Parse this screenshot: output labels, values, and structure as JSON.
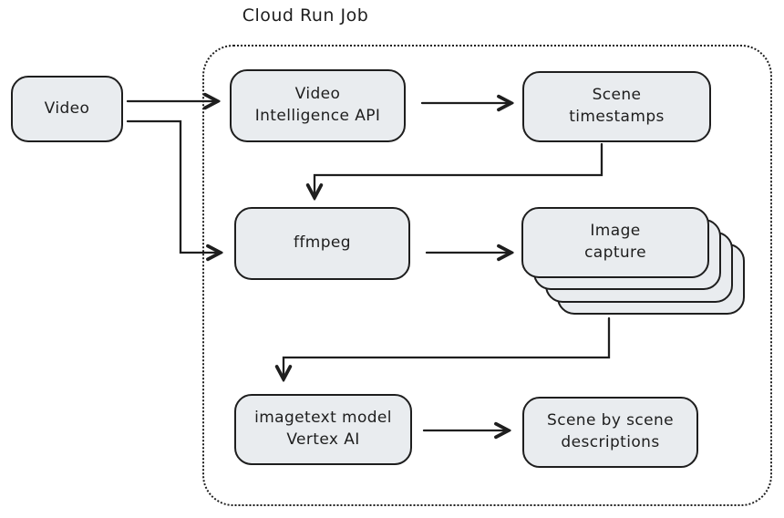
{
  "diagram": {
    "background": "#ffffff",
    "stroke_color": "#1e1e1e",
    "node_fill": "#e9ecef",
    "group": {
      "label": "Cloud Run Job"
    },
    "nodes": {
      "video": {
        "label": "Video"
      },
      "video_intelligence_api": {
        "line1": "Video",
        "line2": "Intelligence API"
      },
      "scene_timestamps": {
        "line1": "Scene",
        "line2": "timestamps"
      },
      "ffmpeg": {
        "label": "ffmpeg"
      },
      "image_capture": {
        "line1": "Image",
        "line2": "capture",
        "stack_count": 4
      },
      "imagetext_model": {
        "line1": "imagetext model",
        "line2": "Vertex AI"
      },
      "scene_descriptions": {
        "line1": "Scene by scene",
        "line2": "descriptions"
      }
    },
    "edges": [
      {
        "from": "video",
        "to": "video_intelligence_api"
      },
      {
        "from": "video",
        "to": "ffmpeg"
      },
      {
        "from": "video_intelligence_api",
        "to": "scene_timestamps"
      },
      {
        "from": "scene_timestamps",
        "to": "ffmpeg"
      },
      {
        "from": "ffmpeg",
        "to": "image_capture"
      },
      {
        "from": "image_capture",
        "to": "imagetext_model"
      },
      {
        "from": "imagetext_model",
        "to": "scene_descriptions"
      }
    ]
  }
}
